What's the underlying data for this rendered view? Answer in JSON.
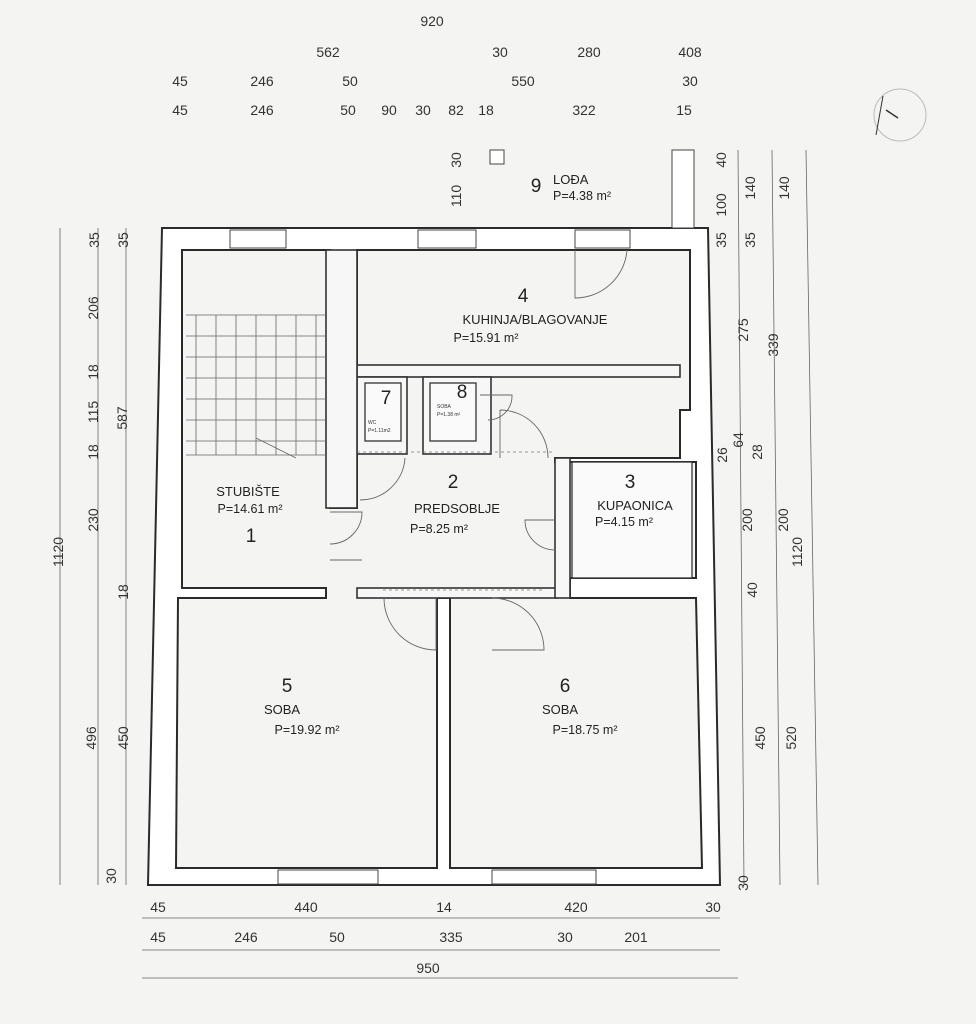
{
  "top_dims": {
    "row1": [
      "920"
    ],
    "row2": [
      "562",
      "30",
      "280",
      "408"
    ],
    "row3": [
      "45",
      "246",
      "50",
      "550",
      "30"
    ],
    "row4": [
      "45",
      "246",
      "50",
      "90",
      "30",
      "82",
      "18",
      "322",
      "15"
    ]
  },
  "loggia_dims": [
    "30",
    "110"
  ],
  "right_dims": {
    "col1": [
      "40",
      "100",
      "35",
      "275",
      "26",
      "64",
      "200",
      "40",
      "450",
      "30"
    ],
    "col2": [
      "140",
      "35",
      "339",
      "28",
      "200",
      "520"
    ],
    "col3": [
      "140",
      "1120"
    ]
  },
  "left_dims": {
    "col_outer": [
      "1120"
    ],
    "col2": [
      "35",
      "587",
      "496"
    ],
    "col3": [
      "35",
      "206",
      "18",
      "115",
      "18",
      "230",
      "18",
      "450",
      "30"
    ]
  },
  "bottom_dims": {
    "row1": [
      "45",
      "440",
      "14",
      "420",
      "30"
    ],
    "row2": [
      "45",
      "246",
      "50",
      "335",
      "30",
      "201"
    ],
    "row3": [
      "950"
    ]
  },
  "rooms": {
    "r1": {
      "num": "1",
      "name": "STUBIŠTE",
      "area": "P=14.61 m²"
    },
    "r2": {
      "num": "2",
      "name": "PREDSOBLJE",
      "area": "P=8.25 m²"
    },
    "r3": {
      "num": "3",
      "name": "KUPAONICA",
      "area": "P=4.15 m²"
    },
    "r4": {
      "num": "4",
      "name": "KUHINJA/BLAGOVANJE",
      "area": "P=15.91 m²"
    },
    "r5": {
      "num": "5",
      "name": "SOBA",
      "area": "P=19.92 m²"
    },
    "r6": {
      "num": "6",
      "name": "SOBA",
      "area": "P=18.75 m²"
    },
    "r7": {
      "num": "7",
      "name": "WC",
      "area": "P=1.11m2"
    },
    "r8": {
      "num": "8",
      "name": "SOBA",
      "area": "P=1.38 m²"
    },
    "r9": {
      "num": "9",
      "name": "LOĐA",
      "area": "P=4.38 m²"
    }
  }
}
